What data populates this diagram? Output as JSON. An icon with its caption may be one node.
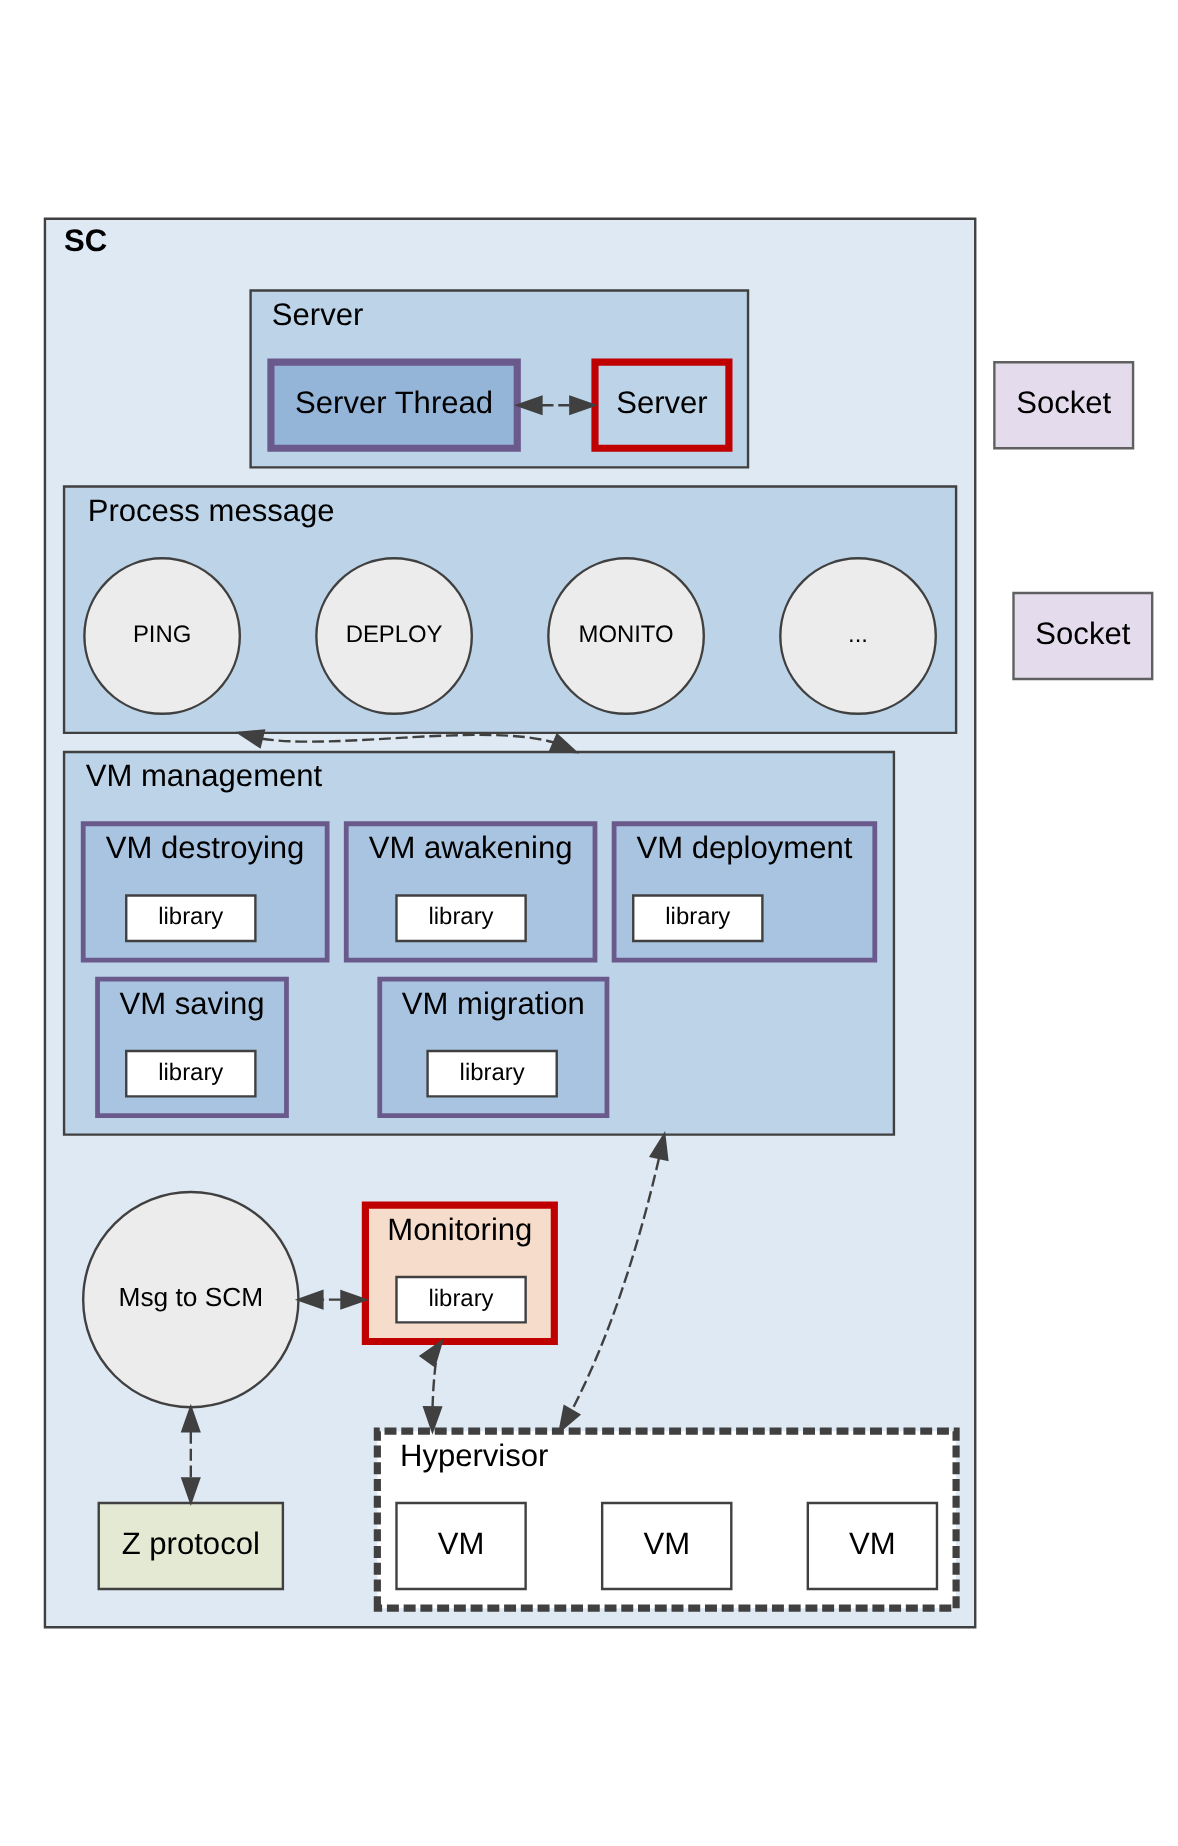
{
  "diagram": {
    "nodes": [
      {
        "text": [
          "SC"
        ]
      },
      {
        "text": [
          "Server"
        ],
        "in": 0
      },
      {
        "text": [
          "Server Thread"
        ],
        "in": 1
      },
      {
        "text": [
          "Server"
        ],
        "in": 1
      },
      {
        "text": [
          "Socket"
        ]
      },
      {
        "text": [
          "Process message"
        ],
        "in": 0
      },
      {
        "text": [
          "PING"
        ],
        "in": 5
      },
      {
        "text": [
          "DEPLOY"
        ],
        "in": 5
      },
      {
        "text": [
          "MONITO"
        ],
        "in": 5
      },
      {
        "text": [
          "..."
        ],
        "in": 5
      },
      {
        "text": [
          "VM management"
        ],
        "in": 0
      },
      {
        "text": [
          "VM deployment"
        ],
        "in": 10
      },
      {
        "text": [
          "library"
        ],
        "in": 11
      },
      {
        "text": [
          "VM awakening"
        ],
        "in": 10
      },
      {
        "text": [
          "library"
        ],
        "in": 13
      },
      {
        "text": [
          "VM destroying"
        ],
        "in": 10
      },
      {
        "text": [
          "library"
        ],
        "in": 15
      },
      {
        "text": [
          "VM migration"
        ],
        "in": 10
      },
      {
        "text": [
          "library"
        ],
        "in": 17
      },
      {
        "text": [
          "VM saving"
        ],
        "in": 10
      },
      {
        "text": [
          "library"
        ],
        "in": 19
      },
      {
        "text": [
          "Monitoring"
        ],
        "in": 0
      },
      {
        "text": [
          "library"
        ],
        "in": 21
      },
      {
        "text": [
          "Msg to SCM"
        ],
        "in": 0
      },
      {
        "text": [
          "Socket"
        ]
      },
      {
        "text": [
          "Hypervisor"
        ],
        "in": 0
      },
      {
        "text": [
          "VM"
        ],
        "in": 25
      },
      {
        "text": [
          "VM"
        ],
        "in": 25
      },
      {
        "text": [
          "VM"
        ],
        "in": 25
      },
      {
        "text": [
          "Z protocol"
        ],
        "in": 0
      }
    ],
    "edges": [
      {
        "from": 2,
        "to": 3,
        "arrow": "both",
        "style": "dashed"
      },
      {
        "from": 5,
        "to": 10,
        "arrow": "both",
        "style": "dashed"
      },
      {
        "from": 10,
        "to": 25,
        "arrow": "both",
        "style": "dashed"
      },
      {
        "from": 21,
        "to": 23,
        "arrow": "both",
        "style": "dashed"
      },
      {
        "from": 21,
        "to": 25,
        "arrow": "both",
        "style": "dashed"
      },
      {
        "from": 23,
        "to": 29,
        "arrow": "both",
        "style": "dashed"
      }
    ]
  }
}
